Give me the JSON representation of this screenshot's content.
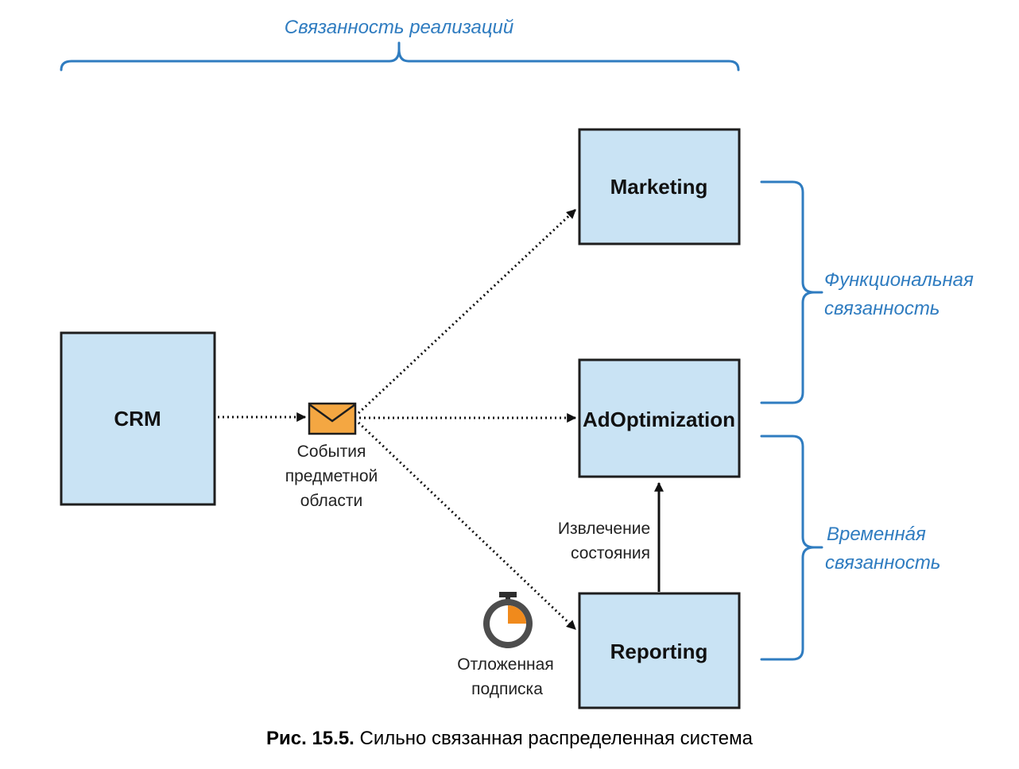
{
  "top_label": "Связанность реализаций",
  "boxes": {
    "crm": "CRM",
    "marketing": "Marketing",
    "adoptimization": "AdOptimization",
    "reporting": "Reporting"
  },
  "notes": {
    "events_line1": "События",
    "events_line2": "предметной",
    "events_line3": "области",
    "state_line1": "Извлечение",
    "state_line2": "состояния",
    "deferred_line1": "Отложенная",
    "deferred_line2": "подписка"
  },
  "braces": {
    "functional_line1": "Функциональная",
    "functional_line2": "связанность",
    "temporal_line1": "Временнáя",
    "temporal_line2": "связанность"
  },
  "caption": {
    "number": "Рис. 15.5.",
    "text": " Сильно связанная распределенная система"
  },
  "colors": {
    "box_fill": "#c9e3f4",
    "accent_blue": "#2f7cc0",
    "envelope": "#f4a742",
    "timer_orange": "#f08a1c"
  },
  "icons": [
    "envelope-icon",
    "stopwatch-icon"
  ]
}
